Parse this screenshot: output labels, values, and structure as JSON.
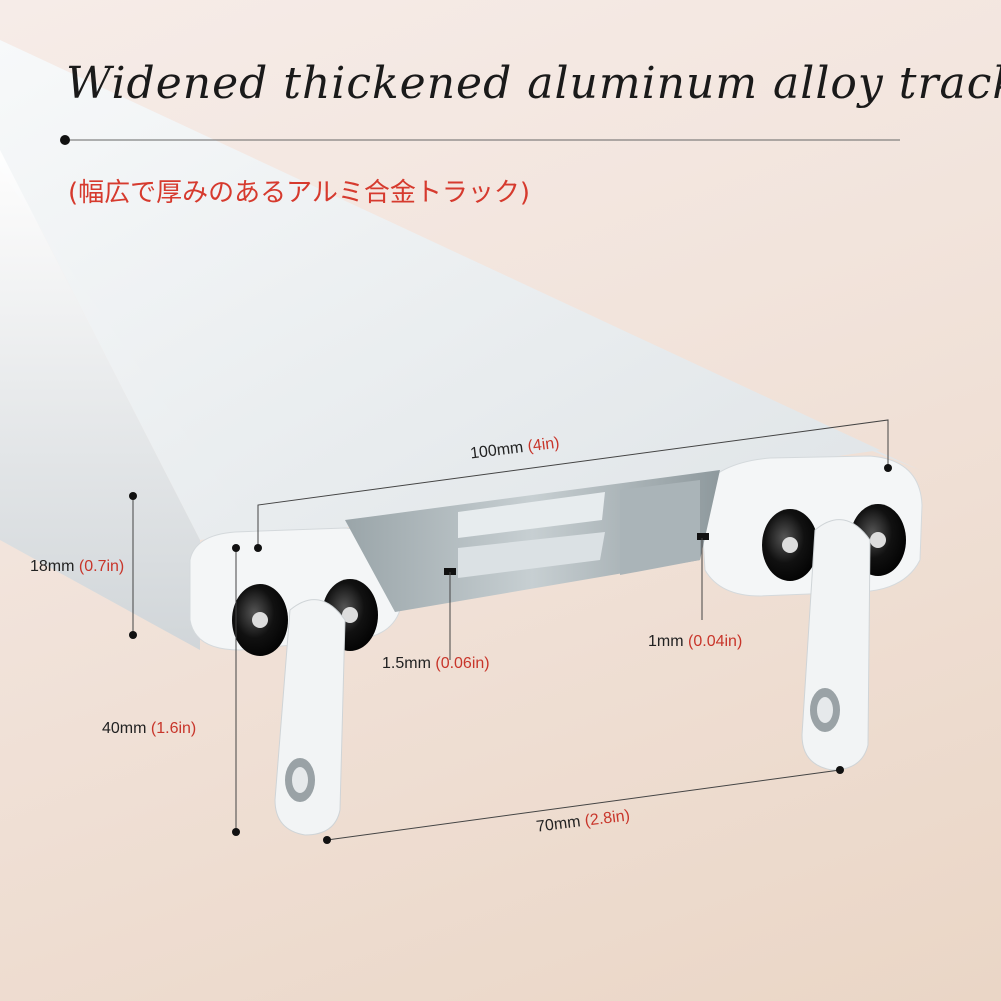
{
  "title": "Widened thickened aluminum alloy track",
  "subtitle": "(幅広で厚みのあるアルミ合金トラック)",
  "dimensions": {
    "width": {
      "metric": "100mm",
      "imperial": "(4in)"
    },
    "height": {
      "metric": "18mm",
      "imperial": "(0.7in)"
    },
    "wall": {
      "metric": "1.5mm",
      "imperial": "(0.06in)"
    },
    "inner": {
      "metric": "1mm",
      "imperial": "(0.04in)"
    },
    "drop": {
      "metric": "40mm",
      "imperial": "(1.6in)"
    },
    "spacing": {
      "metric": "70mm",
      "imperial": "(2.8in)"
    }
  },
  "colors": {
    "title": "#1a1a1a",
    "subtitle": "#d63a2e",
    "imperial": "#c8352a",
    "track": "#eef1f3"
  }
}
